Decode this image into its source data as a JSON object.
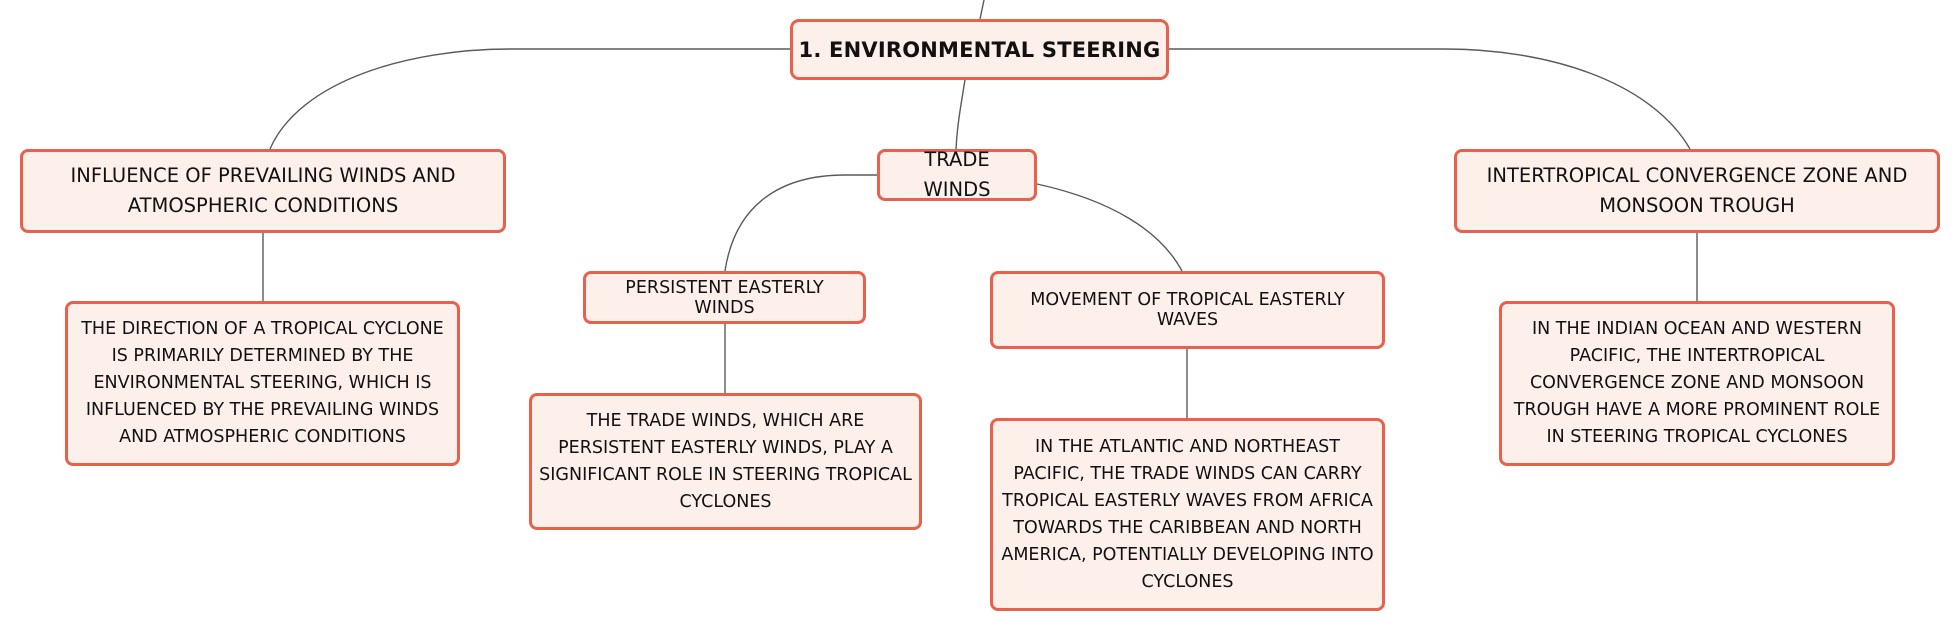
{
  "diagram": {
    "root": {
      "label": "1. ENVIRONMENTAL STEERING"
    },
    "branches": [
      {
        "label": "INFLUENCE OF PREVAILING WINDS AND ATMOSPHERIC CONDITIONS",
        "detail": "THE DIRECTION OF A TROPICAL CYCLONE IS PRIMARILY DETERMINED BY THE ENVIRONMENTAL STEERING, WHICH IS INFLUENCED BY THE PREVAILING WINDS AND ATMOSPHERIC CONDITIONS"
      },
      {
        "label": "TRADE WINDS",
        "children": [
          {
            "label": "PERSISTENT EASTERLY WINDS",
            "detail": "THE TRADE WINDS, WHICH ARE PERSISTENT EASTERLY WINDS, PLAY A SIGNIFICANT ROLE IN STEERING TROPICAL CYCLONES"
          },
          {
            "label": "MOVEMENT OF TROPICAL EASTERLY WAVES",
            "detail": "IN THE ATLANTIC AND NORTHEAST PACIFIC, THE TRADE WINDS CAN CARRY TROPICAL EASTERLY WAVES FROM AFRICA TOWARDS THE CARIBBEAN AND NORTH AMERICA, POTENTIALLY DEVELOPING INTO CYCLONES"
          }
        ]
      },
      {
        "label": "INTERTROPICAL CONVERGENCE ZONE AND MONSOON TROUGH",
        "detail": "IN THE INDIAN OCEAN AND WESTERN PACIFIC, THE INTERTROPICAL CONVERGENCE ZONE AND MONSOON TROUGH HAVE A MORE PROMINENT ROLE IN STEERING TROPICAL CYCLONES"
      }
    ]
  },
  "colors": {
    "node_border": "#e8614c",
    "node_fill": "#fdf0eb",
    "connector": "#5a5a5a"
  }
}
